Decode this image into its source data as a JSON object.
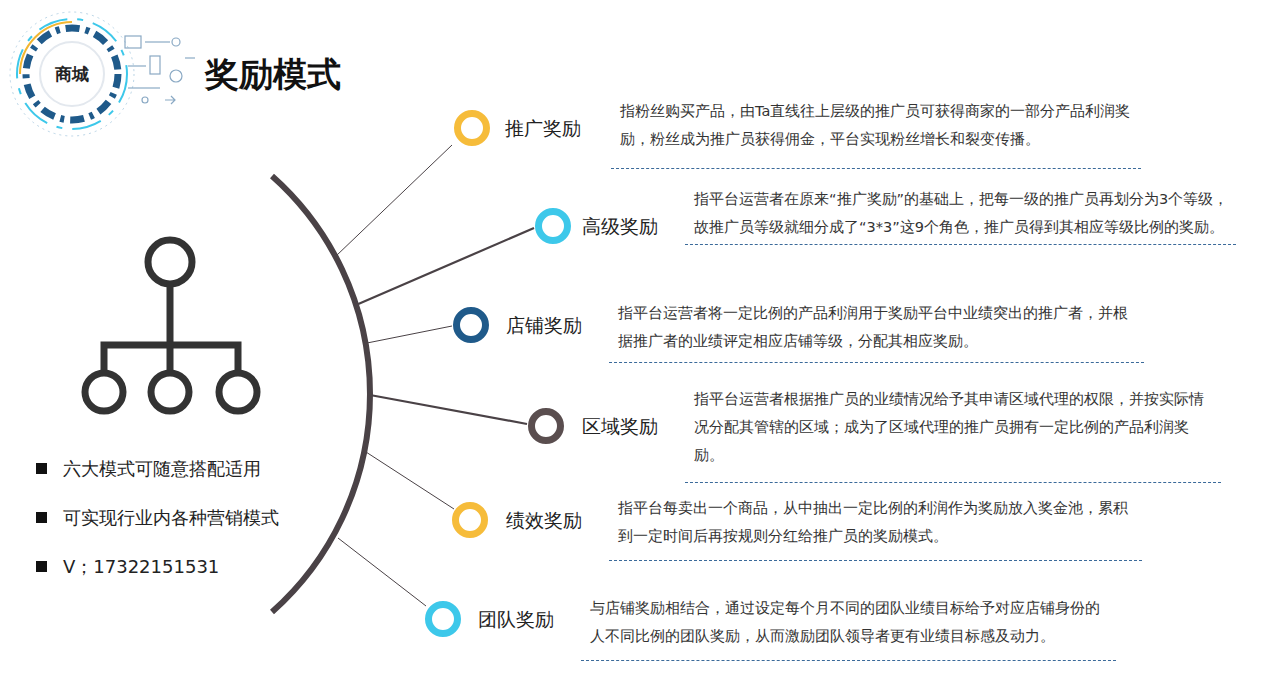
{
  "diagram": {
    "title": "奖励模式",
    "nodes": [
      {
        "text": [
          "商城"
        ]
      },
      {
        "text": [
          "推广奖励",
          "指粉丝购买产品，由Ta直线往上层级的推广员可获得商家的一部分产品利润奖励，粉丝成为推广员获得佣金，平台实现粉丝增长和裂变传播。"
        ]
      },
      {
        "text": [
          "高级奖励",
          "指平台运营者在原来“推广奖励”的基础上，把每一级的推广员再划分为3个等级，故推广员等级就细分成了“3*3”这9个角色，推广员得到其相应等级比例的奖励。"
        ]
      },
      {
        "text": [
          "店铺奖励",
          "指平台运营者将一定比例的产品利润用于奖励平台中业绩突出的推广者，并根据推广者的业绩评定相应店铺等级，分配其相应奖励。"
        ]
      },
      {
        "text": [
          "区域奖励",
          "指平台运营者根据推广员的业绩情况给予其申请区域代理的权限，并按实际情况分配其管辖的区域；成为了区域代理的推广员拥有一定比例的产品利润奖励。"
        ]
      },
      {
        "text": [
          "绩效奖励",
          "指平台每卖出一个商品，从中抽出一定比例的利润作为奖励放入奖金池，累积到一定时间后再按规则分红给推广员的奖励模式。"
        ]
      },
      {
        "text": [
          "团队奖励",
          "与店铺奖励相结合，通过设定每个月不同的团队业绩目标给予对应店铺身份的人不同比例的团队奖励，从而激励团队领导者更有业绩目标感及动力。"
        ]
      }
    ],
    "labels": [
      "六大模式可随意搭配适用",
      "可实现行业内各种营销模式",
      "V；17322151531"
    ]
  }
}
